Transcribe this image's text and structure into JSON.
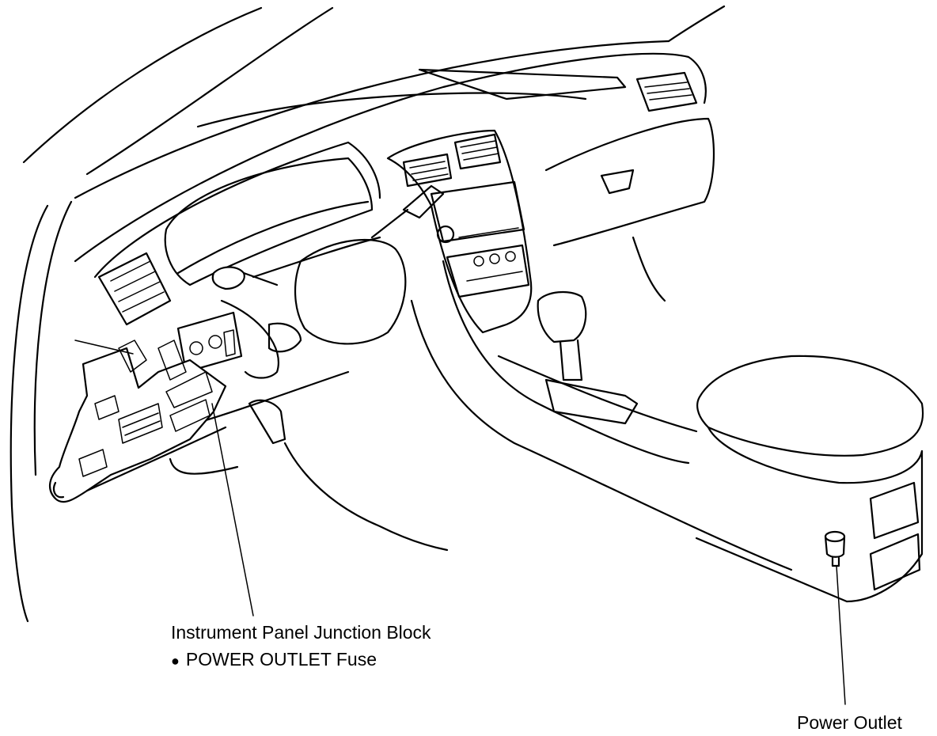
{
  "callouts": {
    "junction_block": {
      "title": "Instrument Panel Junction Block",
      "bullet": "●",
      "item": "POWER OUTLET Fuse"
    },
    "power_outlet": {
      "title": "Power Outlet"
    }
  },
  "colors": {
    "line": "#000000",
    "background": "#ffffff"
  }
}
